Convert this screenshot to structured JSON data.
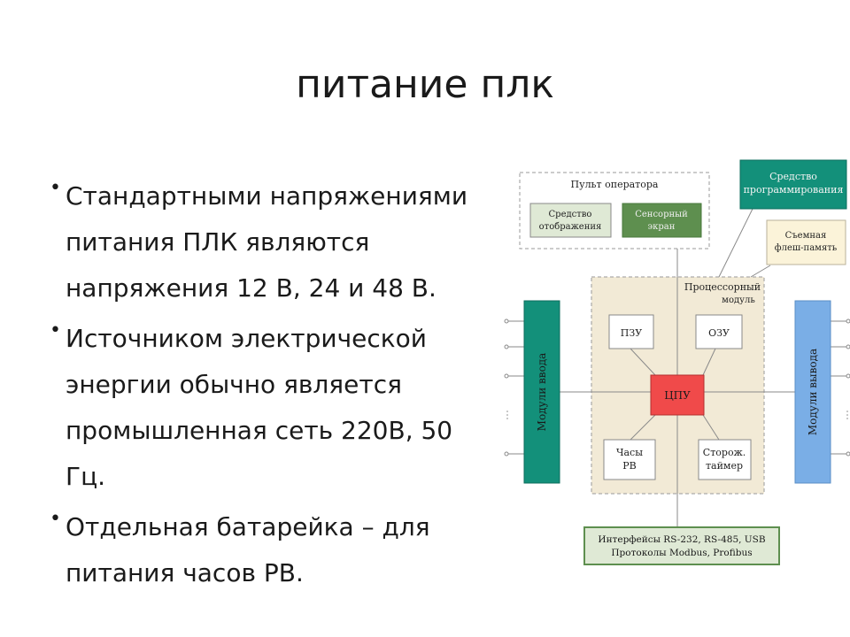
{
  "slide": {
    "title": "питание плк",
    "bullets": [
      "Стандартными напряжениями питания ПЛК являются напряжения 12 В, 24 и 48 В.",
      "Источником электрической энергии обычно является промышленная сеть 220В, 50 Гц.",
      "Отдельная батарейка – для питания часов РВ."
    ]
  },
  "diagram": {
    "operator_panel": {
      "label": "Пульт оператора",
      "display_line1": "Средство",
      "display_line2": "отображения",
      "touch_line1": "Сенсорный",
      "touch_line2": "экран"
    },
    "programming_tool": {
      "line1": "Средство",
      "line2": "программирования"
    },
    "flash": {
      "line1": "Съемная",
      "line2": "флеш-память"
    },
    "cpu_module": {
      "line1": "Процессорный",
      "line2": "модуль"
    },
    "rom": "ПЗУ",
    "ram": "ОЗУ",
    "cpu": "ЦПУ",
    "clock": {
      "line1": "Часы",
      "line2": "РВ"
    },
    "watchdog": {
      "line1": "Сторож.",
      "line2": "таймер"
    },
    "input_module": "Модули ввода",
    "output_module": "Модули вывода",
    "interfaces": {
      "line1": "Интерфейсы RS-232, RS-485, USB",
      "line2": "Протоколы Modbus, Profibus"
    },
    "colors": {
      "teal": "#13907a",
      "green": "#5e8f4f",
      "blue": "#7aaee6",
      "red": "#f04a4a",
      "beige": "#f2ead6",
      "light_green": "#dfe9d5",
      "flash_fill": "#fbf3d9"
    }
  }
}
